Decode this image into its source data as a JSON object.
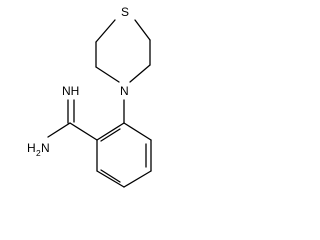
{
  "molecule": {
    "atoms": {
      "sulfur": "S",
      "nitrogen": "N",
      "imine": "NH",
      "amine_n": "H",
      "amine_h2": "2",
      "amine_tail": "N"
    }
  }
}
